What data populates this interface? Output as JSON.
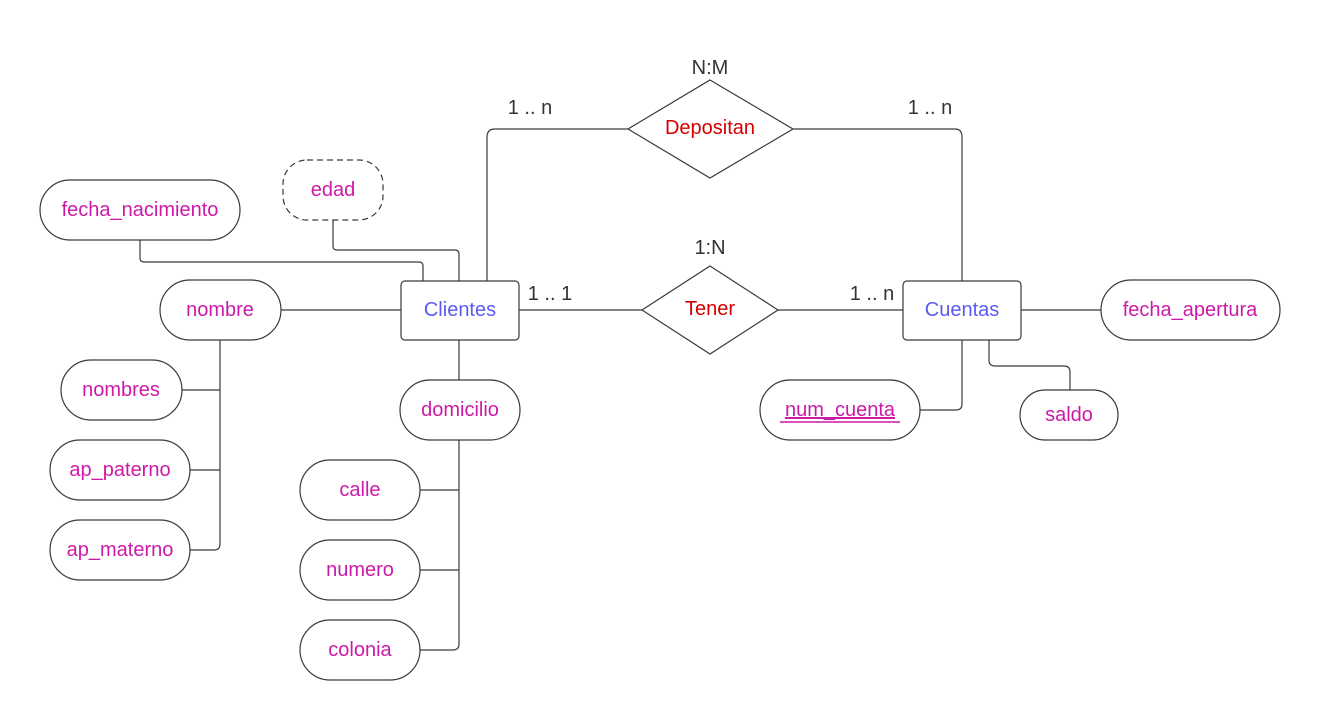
{
  "colors": {
    "entity_text": "#5b5bf2",
    "attribute_text": "#cc1aa8",
    "relationship_text": "#d40000",
    "annotation_text": "#333333",
    "line": "#3a3a3a"
  },
  "entities": {
    "clientes": "Clientes",
    "cuentas": "Cuentas"
  },
  "relationships": {
    "depositan": {
      "label": "Depositan",
      "type": "N:M",
      "left_card": "1 .. n",
      "right_card": "1 .. n"
    },
    "tener": {
      "label": "Tener",
      "type": "1:N",
      "left_card": "1 .. 1",
      "right_card": "1 .. n"
    }
  },
  "attributes": {
    "fecha_nacimiento": "fecha_nacimiento",
    "edad": "edad",
    "nombre": "nombre",
    "nombres": "nombres",
    "ap_paterno": "ap_paterno",
    "ap_materno": "ap_materno",
    "domicilio": "domicilio",
    "calle": "calle",
    "numero": "numero",
    "colonia": "colonia",
    "fecha_apertura": "fecha_apertura",
    "num_cuenta": "num_cuenta",
    "saldo": "saldo"
  }
}
